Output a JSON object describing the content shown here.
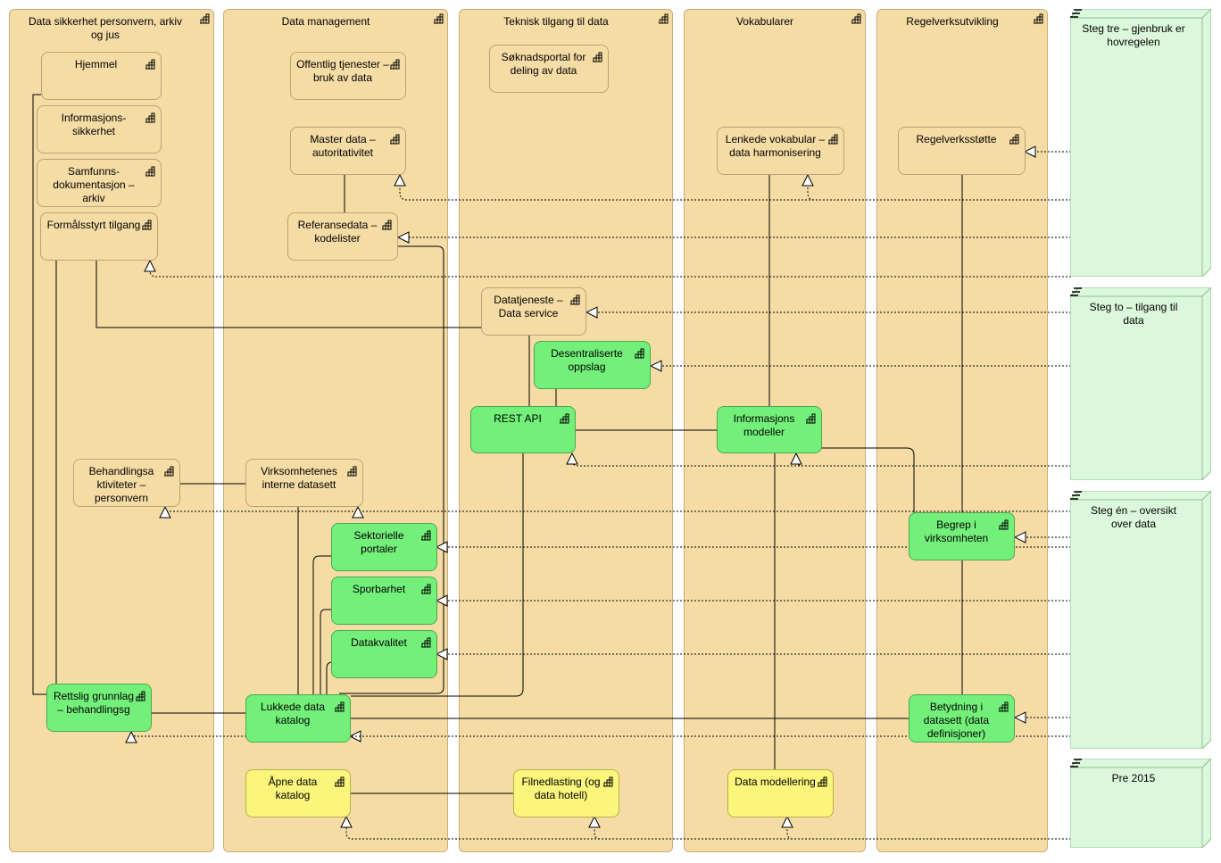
{
  "lanes": [
    {
      "id": "lane-jus",
      "title": "Data sikkerhet personvern, arkiv og jus"
    },
    {
      "id": "lane-dm",
      "title": "Data management"
    },
    {
      "id": "lane-tek",
      "title": "Teknisk tilgang til data"
    },
    {
      "id": "lane-vok",
      "title": "Vokabularer"
    },
    {
      "id": "lane-reg",
      "title": "Regelverksutvikling"
    }
  ],
  "elements": {
    "hjemmel": "Hjemmel",
    "infosikkerhet": "Informasjons- sikkerhet",
    "samfunnsdok": "Samfunns- dokumentasjon – arkiv",
    "formaalsstyrt": "Formålsstyrt tilgang",
    "behandlingsaktiviteter": "Behandlingsa ktiviteter – personvern",
    "rettslig": "Rettslig grunnlag – behandlingsg",
    "offentlig": "Offentlig tjenester – bruk av data",
    "masterdata": "Master data – autoritativitet",
    "referansedata": "Referansedata – kodelister",
    "virksomhetenes": "Virksomhetenes interne datasett",
    "sektorielle": "Sektorielle portaler",
    "sporbarhet": "Sporbarhet",
    "datakvalitet": "Datakvalitet",
    "lukkede": "Lukkede data katalog",
    "aapne": "Åpne data katalog",
    "soknadsportal": "Søknadsportal for deling av data",
    "datatjeneste": "Datatjeneste – Data service",
    "desentraliserte": "Desentraliserte oppslag",
    "restapi": "REST API",
    "filnedlasting": "Filnedlasting (og data hotell)",
    "lenkede": "Lenkede vokabular – data harmonisering",
    "informasjonsmodeller": "Informasjons modeller",
    "datamodellering": "Data modellering",
    "regelverksstotte": "Regelverksstøtte",
    "begrep": "Begrep i virksomheten",
    "betydning": "Betydning i datasett (data definisjoner)"
  },
  "plateaus": {
    "steg_tre": "Steg tre – gjenbruk er hovregelen",
    "steg_to": "Steg to – tilgang til data",
    "steg_en": "Steg én – oversikt over data",
    "pre2015": "Pre 2015"
  },
  "colors": {
    "lane": "#f5dca5",
    "plateau": "#dcf8dc",
    "green_element": "#73f07a",
    "yellow_element": "#fbf57c",
    "beige_element": "#f5dca5"
  }
}
